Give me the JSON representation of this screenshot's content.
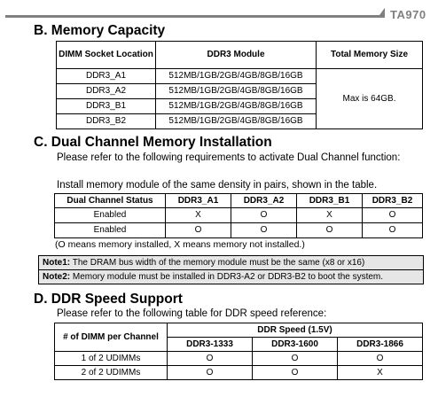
{
  "header": {
    "brand": "TA970"
  },
  "section_b": {
    "title": "B. Memory Capacity",
    "headers": [
      "DIMM Socket Location",
      "DDR3 Module",
      "Total Memory Size"
    ],
    "rows": [
      [
        "DDR3_A1",
        "512MB/1GB/2GB/4GB/8GB/16GB"
      ],
      [
        "DDR3_A2",
        "512MB/1GB/2GB/4GB/8GB/16GB"
      ],
      [
        "DDR3_B1",
        "512MB/1GB/2GB/4GB/8GB/16GB"
      ],
      [
        "DDR3_B2",
        "512MB/1GB/2GB/4GB/8GB/16GB"
      ]
    ],
    "total": "Max is 64GB."
  },
  "section_c": {
    "title": "C. Dual Channel Memory Installation",
    "intro": "Please refer to the following requirements to activate Dual Channel function:",
    "instruction": "Install memory module of the same density in pairs, shown in the table.",
    "headers": [
      "Dual Channel Status",
      "DDR3_A1",
      "DDR3_A2",
      "DDR3_B1",
      "DDR3_B2"
    ],
    "rows": [
      [
        "Enabled",
        "X",
        "O",
        "X",
        "O"
      ],
      [
        "Enabled",
        "O",
        "O",
        "O",
        "O"
      ]
    ],
    "legend": "(O means memory installed, X means memory not installed.)",
    "note1_label": "Note1:",
    "note1_text": " The DRAM bus width of the memory module must be the same (x8 or x16)",
    "note2_label": "Note2:",
    "note2_text": " Memory module must be installed in DDR3-A2 or DDR3-B2 to boot the system."
  },
  "section_d": {
    "title": "D. DDR Speed Support",
    "intro": "Please refer to the following table for DDR speed reference:",
    "col_header": "# of DIMM per Channel",
    "group_header": "DDR Speed (1.5V)",
    "speeds": [
      "DDR3-1333",
      "DDR3-1600",
      "DDR3-1866"
    ],
    "rows": [
      [
        "1 of 2 UDIMMs",
        "O",
        "O",
        "O"
      ],
      [
        "2 of 2 UDIMMs",
        "O",
        "O",
        "X"
      ]
    ]
  }
}
